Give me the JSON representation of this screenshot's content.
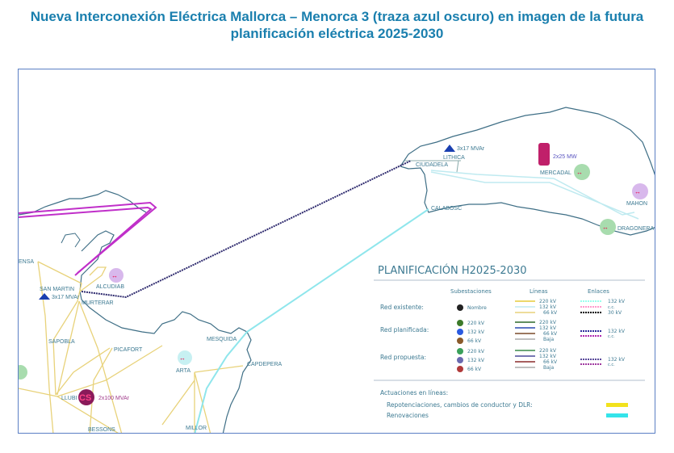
{
  "title_line1": "Nueva Interconexión Eléctrica Mallorca – Menorca 3 (traza azul oscuro) en imagen de la futura",
  "title_line2": "planificación eléctrica 2025-2030",
  "places": {
    "pollensa": "ENSA",
    "san_martin": "SAN MARTIN",
    "alcudia": "ALCUDIAB",
    "murterar": "MURTERAR",
    "sapobla": "SAPOBLA",
    "picafort": "PICAFORT",
    "llubi": "LLUBI",
    "bessons": "BESSONS",
    "arta": "ARTA",
    "mesquida": "MESQUIDA",
    "capdepera": "CAPDEPERA",
    "millor": "MILLOR",
    "lithica": "LITHICA",
    "ciudadela": "CIUDADELA",
    "calabosc": "CALABOSC",
    "mercadal": "MERCADAL",
    "mahon": "MAHON",
    "dragonera": "DRAGONERA"
  },
  "annotations": {
    "llubi_cs": "CS",
    "llubi_cs_rating": "2x100 MVAr",
    "mercadal_gen": "2x25 MW",
    "statcom_san_martin": "3x17 MVAr",
    "statcom_lithica": "3x17 MVAr"
  },
  "legend": {
    "title": "PLANIFICACIÓN H2025-2030",
    "col_substations": "Subestaciones",
    "col_lines": "Líneas",
    "col_links": "Enlaces",
    "rows": [
      {
        "label": "Red existente:",
        "subs": [
          "Nombre"
        ],
        "lines": [
          "220 kV",
          "132 kV",
          "66 kV"
        ],
        "links": [
          "132 kV",
          "c.c.",
          "30 kV"
        ]
      },
      {
        "label": "Red planificada:",
        "subs": [
          "220 kV",
          "132 kV",
          "66 kV"
        ],
        "lines": [
          "220 kV",
          "132 kV",
          "66 kV",
          "Baja"
        ],
        "links": [
          "132 kV",
          "c.c."
        ]
      },
      {
        "label": "Red propuesta:",
        "subs": [
          "220 kV",
          "132 kV",
          "66 kV"
        ],
        "lines": [
          "220 kV",
          "132 kV",
          "66 kV",
          "Baja"
        ],
        "links": [
          "132 kV",
          "c.c."
        ]
      }
    ],
    "actions_title": "Actuaciones en líneas:",
    "action_repot": "Repotenciaciones, cambios de conductor y DLR:",
    "action_renov": "Renovaciones"
  },
  "colors": {
    "title": "#1a7fae",
    "coast": "#3f6f86",
    "interconnection": "#2e2a6e",
    "line220": "#e8d27a",
    "line132": "#bfeaf0",
    "cable_cyan": "#8fe6ec",
    "magenta": "#c02fc9",
    "repot": "#f2e21d",
    "renov": "#34e4ea"
  }
}
